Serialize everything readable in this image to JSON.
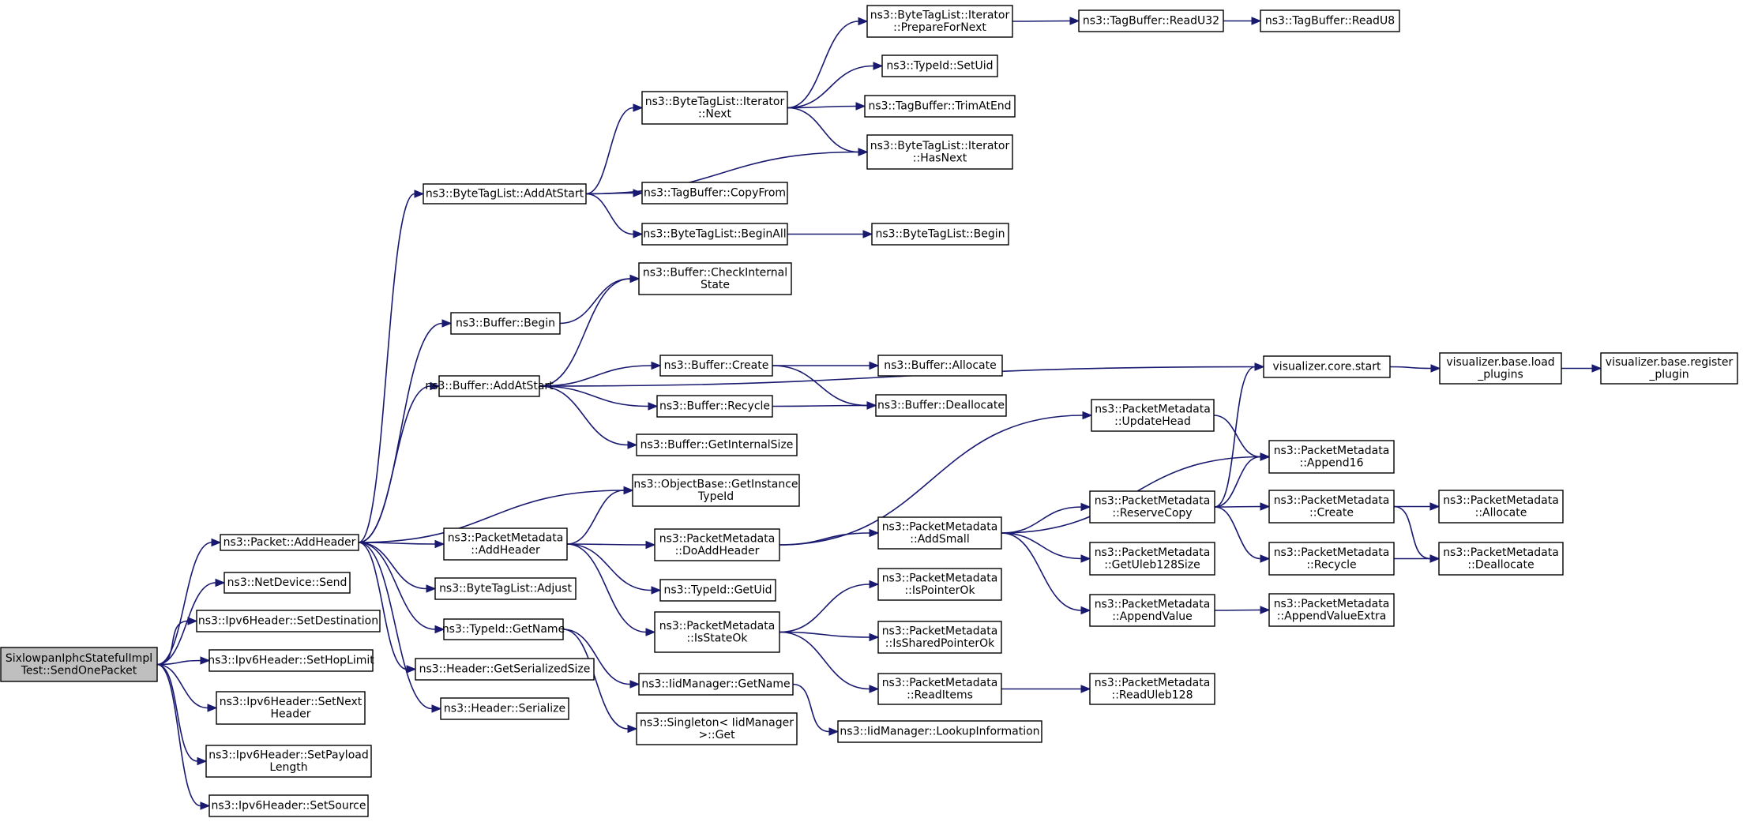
{
  "diagram": {
    "title": "",
    "colors": {
      "edge": "#191970",
      "root_fill": "#bfbfbf",
      "node_fill": "#ffffff",
      "border": "#000000"
    },
    "nodes": [
      {
        "id": "root",
        "lines": [
          "SixlowpanIphcStatefulImpl",
          "Test::SendOnePacket"
        ]
      },
      {
        "id": "pkt_addheader",
        "lines": [
          "ns3::Packet::AddHeader"
        ]
      },
      {
        "id": "netdev_send",
        "lines": [
          "ns3::NetDevice::Send"
        ]
      },
      {
        "id": "ipv6_setdest",
        "lines": [
          "ns3::Ipv6Header::SetDestination"
        ]
      },
      {
        "id": "ipv6_sethop",
        "lines": [
          "ns3::Ipv6Header::SetHopLimit"
        ]
      },
      {
        "id": "ipv6_setnext",
        "lines": [
          "ns3::Ipv6Header::SetNext",
          "Header"
        ]
      },
      {
        "id": "ipv6_setpayload",
        "lines": [
          "ns3::Ipv6Header::SetPayload",
          "Length"
        ]
      },
      {
        "id": "ipv6_setsource",
        "lines": [
          "ns3::Ipv6Header::SetSource"
        ]
      },
      {
        "id": "btl_addatstart",
        "lines": [
          "ns3::ByteTagList::AddAtStart"
        ]
      },
      {
        "id": "buf_begin",
        "lines": [
          "ns3::Buffer::Begin"
        ]
      },
      {
        "id": "buf_addatstart",
        "lines": [
          "ns3::Buffer::AddAtStart"
        ]
      },
      {
        "id": "pm_addheader",
        "lines": [
          "ns3::PacketMetadata",
          "::AddHeader"
        ]
      },
      {
        "id": "btl_adjust",
        "lines": [
          "ns3::ByteTagList::Adjust"
        ]
      },
      {
        "id": "tid_getname",
        "lines": [
          "ns3::TypeId::GetName"
        ]
      },
      {
        "id": "hdr_getsersize",
        "lines": [
          "ns3::Header::GetSerializedSize"
        ]
      },
      {
        "id": "hdr_serialize",
        "lines": [
          "ns3::Header::Serialize"
        ]
      },
      {
        "id": "btli_next",
        "lines": [
          "ns3::ByteTagList::Iterator",
          "::Next"
        ]
      },
      {
        "id": "tb_copyfrom",
        "lines": [
          "ns3::TagBuffer::CopyFrom"
        ]
      },
      {
        "id": "btl_beginall",
        "lines": [
          "ns3::ByteTagList::BeginAll"
        ]
      },
      {
        "id": "buf_checkinternal",
        "lines": [
          "ns3::Buffer::CheckInternal",
          "State"
        ]
      },
      {
        "id": "buf_create",
        "lines": [
          "ns3::Buffer::Create"
        ]
      },
      {
        "id": "buf_recycle",
        "lines": [
          "ns3::Buffer::Recycle"
        ]
      },
      {
        "id": "buf_getinternalsize",
        "lines": [
          "ns3::Buffer::GetInternalSize"
        ]
      },
      {
        "id": "ob_getinstance",
        "lines": [
          "ns3::ObjectBase::GetInstance",
          "TypeId"
        ]
      },
      {
        "id": "pm_doaddheader",
        "lines": [
          "ns3::PacketMetadata",
          "::DoAddHeader"
        ]
      },
      {
        "id": "tid_getuid",
        "lines": [
          "ns3::TypeId::GetUid"
        ]
      },
      {
        "id": "pm_isstateok",
        "lines": [
          "ns3::PacketMetadata",
          "::IsStateOk"
        ]
      },
      {
        "id": "iid_getname",
        "lines": [
          "ns3::IidManager::GetName"
        ]
      },
      {
        "id": "singleton_get",
        "lines": [
          "ns3::Singleton< IidManager",
          ">::Get"
        ]
      },
      {
        "id": "btli_preparefornext",
        "lines": [
          "ns3::ByteTagList::Iterator",
          "::PrepareForNext"
        ]
      },
      {
        "id": "tid_setuid",
        "lines": [
          "ns3::TypeId::SetUid"
        ]
      },
      {
        "id": "tb_trimatend",
        "lines": [
          "ns3::TagBuffer::TrimAtEnd"
        ]
      },
      {
        "id": "btli_hasnext",
        "lines": [
          "ns3::ByteTagList::Iterator",
          "::HasNext"
        ]
      },
      {
        "id": "btl_begin",
        "lines": [
          "ns3::ByteTagList::Begin"
        ]
      },
      {
        "id": "buf_allocate",
        "lines": [
          "ns3::Buffer::Allocate"
        ]
      },
      {
        "id": "buf_deallocate",
        "lines": [
          "ns3::Buffer::Deallocate"
        ]
      },
      {
        "id": "pm_addsmall",
        "lines": [
          "ns3::PacketMetadata",
          "::AddSmall"
        ]
      },
      {
        "id": "pm_ispointerok",
        "lines": [
          "ns3::PacketMetadata",
          "::IsPointerOk"
        ]
      },
      {
        "id": "pm_issharedpointerok",
        "lines": [
          "ns3::PacketMetadata",
          "::IsSharedPointerOk"
        ]
      },
      {
        "id": "pm_readitems",
        "lines": [
          "ns3::PacketMetadata",
          "::ReadItems"
        ]
      },
      {
        "id": "iid_lookupinfo",
        "lines": [
          "ns3::IidManager::LookupInformation"
        ]
      },
      {
        "id": "tb_readu32",
        "lines": [
          "ns3::TagBuffer::ReadU32"
        ]
      },
      {
        "id": "tb_readu8",
        "lines": [
          "ns3::TagBuffer::ReadU8"
        ]
      },
      {
        "id": "pm_updatehead",
        "lines": [
          "ns3::PacketMetadata",
          "::UpdateHead"
        ]
      },
      {
        "id": "pm_reservecopy",
        "lines": [
          "ns3::PacketMetadata",
          "::ReserveCopy"
        ]
      },
      {
        "id": "pm_getuleb128size",
        "lines": [
          "ns3::PacketMetadata",
          "::GetUleb128Size"
        ]
      },
      {
        "id": "pm_appendvalue",
        "lines": [
          "ns3::PacketMetadata",
          "::AppendValue"
        ]
      },
      {
        "id": "pm_readuleb128",
        "lines": [
          "ns3::PacketMetadata",
          "::ReadUleb128"
        ]
      },
      {
        "id": "vis_core_start",
        "lines": [
          "visualizer.core.start"
        ]
      },
      {
        "id": "pm_append16",
        "lines": [
          "ns3::PacketMetadata",
          "::Append16"
        ]
      },
      {
        "id": "pm_create",
        "lines": [
          "ns3::PacketMetadata",
          "::Create"
        ]
      },
      {
        "id": "pm_recycle",
        "lines": [
          "ns3::PacketMetadata",
          "::Recycle"
        ]
      },
      {
        "id": "pm_appendvalueextra",
        "lines": [
          "ns3::PacketMetadata",
          "::AppendValueExtra"
        ]
      },
      {
        "id": "vis_base_load",
        "lines": [
          "visualizer.base.load",
          "_plugins"
        ]
      },
      {
        "id": "pm_allocate",
        "lines": [
          "ns3::PacketMetadata",
          "::Allocate"
        ]
      },
      {
        "id": "pm_deallocate",
        "lines": [
          "ns3::PacketMetadata",
          "::Deallocate"
        ]
      },
      {
        "id": "vis_base_register",
        "lines": [
          "visualizer.base.register",
          "_plugin"
        ]
      }
    ],
    "edges": [
      [
        "root",
        "pkt_addheader"
      ],
      [
        "root",
        "netdev_send"
      ],
      [
        "root",
        "ipv6_setdest"
      ],
      [
        "root",
        "ipv6_sethop"
      ],
      [
        "root",
        "ipv6_setnext"
      ],
      [
        "root",
        "ipv6_setpayload"
      ],
      [
        "root",
        "ipv6_setsource"
      ],
      [
        "pkt_addheader",
        "btl_addatstart"
      ],
      [
        "pkt_addheader",
        "buf_begin"
      ],
      [
        "pkt_addheader",
        "buf_addatstart"
      ],
      [
        "pkt_addheader",
        "ob_getinstance"
      ],
      [
        "pkt_addheader",
        "pm_addheader"
      ],
      [
        "pkt_addheader",
        "btl_adjust"
      ],
      [
        "pkt_addheader",
        "tid_getname"
      ],
      [
        "pkt_addheader",
        "hdr_getsersize"
      ],
      [
        "pkt_addheader",
        "hdr_serialize"
      ],
      [
        "btl_addatstart",
        "btli_next"
      ],
      [
        "btl_addatstart",
        "btli_hasnext"
      ],
      [
        "btl_addatstart",
        "tb_copyfrom"
      ],
      [
        "btl_addatstart",
        "btl_beginall"
      ],
      [
        "btli_next",
        "btli_preparefornext"
      ],
      [
        "btli_next",
        "tid_setuid"
      ],
      [
        "btli_next",
        "tb_trimatend"
      ],
      [
        "btli_next",
        "btli_hasnext"
      ],
      [
        "btli_preparefornext",
        "tb_readu32"
      ],
      [
        "tb_readu32",
        "tb_readu8"
      ],
      [
        "btl_beginall",
        "btl_begin"
      ],
      [
        "buf_begin",
        "buf_checkinternal"
      ],
      [
        "buf_addatstart",
        "buf_checkinternal"
      ],
      [
        "buf_addatstart",
        "vis_core_start"
      ],
      [
        "buf_addatstart",
        "buf_create"
      ],
      [
        "buf_addatstart",
        "buf_recycle"
      ],
      [
        "buf_addatstart",
        "buf_getinternalsize"
      ],
      [
        "buf_create",
        "buf_allocate"
      ],
      [
        "buf_create",
        "buf_deallocate"
      ],
      [
        "buf_recycle",
        "buf_deallocate"
      ],
      [
        "vis_core_start",
        "vis_base_load"
      ],
      [
        "vis_base_load",
        "vis_base_register"
      ],
      [
        "pm_addheader",
        "ob_getinstance"
      ],
      [
        "pm_addheader",
        "pm_doaddheader"
      ],
      [
        "pm_addheader",
        "tid_getuid"
      ],
      [
        "pm_addheader",
        "pm_isstateok"
      ],
      [
        "pm_doaddheader",
        "pm_updatehead"
      ],
      [
        "pm_doaddheader",
        "pm_addsmall"
      ],
      [
        "pm_updatehead",
        "pm_append16"
      ],
      [
        "pm_addsmall",
        "pm_append16"
      ],
      [
        "pm_addsmall",
        "pm_reservecopy"
      ],
      [
        "pm_addsmall",
        "pm_getuleb128size"
      ],
      [
        "pm_addsmall",
        "pm_appendvalue"
      ],
      [
        "pm_reservecopy",
        "vis_core_start"
      ],
      [
        "pm_reservecopy",
        "pm_append16"
      ],
      [
        "pm_reservecopy",
        "pm_create"
      ],
      [
        "pm_reservecopy",
        "pm_recycle"
      ],
      [
        "pm_create",
        "pm_allocate"
      ],
      [
        "pm_create",
        "pm_deallocate"
      ],
      [
        "pm_recycle",
        "pm_deallocate"
      ],
      [
        "pm_appendvalue",
        "pm_appendvalueextra"
      ],
      [
        "pm_isstateok",
        "pm_ispointerok"
      ],
      [
        "pm_isstateok",
        "pm_issharedpointerok"
      ],
      [
        "pm_isstateok",
        "pm_readitems"
      ],
      [
        "pm_readitems",
        "pm_readuleb128"
      ],
      [
        "tid_getname",
        "iid_getname"
      ],
      [
        "tid_getname",
        "singleton_get"
      ],
      [
        "iid_getname",
        "iid_lookupinfo"
      ]
    ]
  }
}
